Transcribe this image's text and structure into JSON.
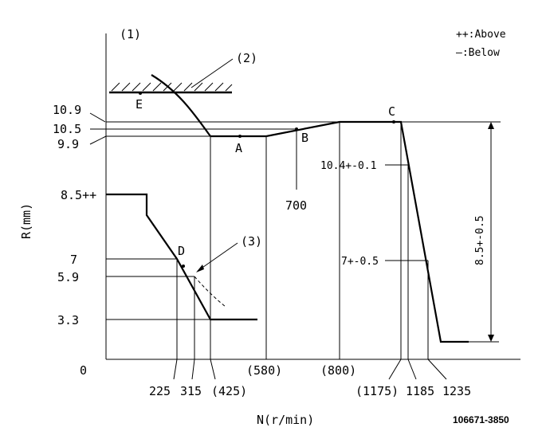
{
  "diagram": {
    "label_1": "(1)",
    "label_2": "(2)",
    "label_3": "(3)",
    "legend_above": "++:Above",
    "legend_below": "—:Below",
    "ylabel": "R(mm)",
    "xlabel": "N(r/min)",
    "origin": "0",
    "doc_number": "106671-3850",
    "y_ticks": [
      "10.9",
      "10.5",
      "9.9",
      "8.5++",
      "7",
      "5.9",
      "3.3"
    ],
    "x_ticks": [
      "225",
      "315",
      "(425)",
      "(580)",
      "(800)",
      "(1175)",
      "1185",
      "1235"
    ],
    "points": {
      "A": "A",
      "B": "B",
      "C": "C",
      "D": "D",
      "E": "E"
    },
    "callout_700": "700",
    "callout_104": "10.4+-0.1",
    "callout_7": "7+-0.5",
    "dim_vertical": "8.5+-0.5"
  }
}
